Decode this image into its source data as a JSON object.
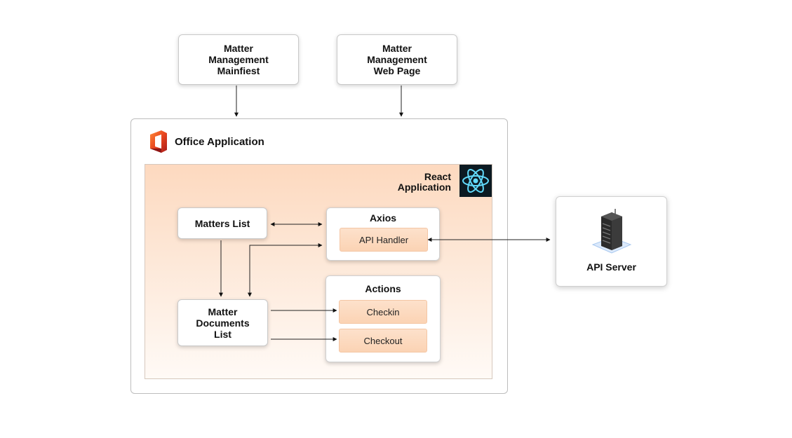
{
  "inputs": {
    "manifest": "Matter\nManagement\nMainfiest",
    "web_page": "Matter\nManagement\nWeb Page"
  },
  "office": {
    "title": "Office Application",
    "icon": "office-logo-icon"
  },
  "react": {
    "title": "React\nApplication",
    "icon": "react-logo-icon"
  },
  "components": {
    "matters_list": "Matters List",
    "matter_documents_list": "Matter\nDocuments\nList"
  },
  "axios": {
    "title": "Axios",
    "api_handler": "API Handler"
  },
  "actions": {
    "title": "Actions",
    "checkin": "Checkin",
    "checkout": "Checkout"
  },
  "server": {
    "label": "API Server",
    "icon": "server-rack-icon"
  },
  "colors": {
    "accent_light": "#fde1cb",
    "accent_mid": "#fbd3b4",
    "react_bg": "#0c1a22",
    "react_cyan": "#61dafb",
    "office_red": "#d83b01"
  }
}
